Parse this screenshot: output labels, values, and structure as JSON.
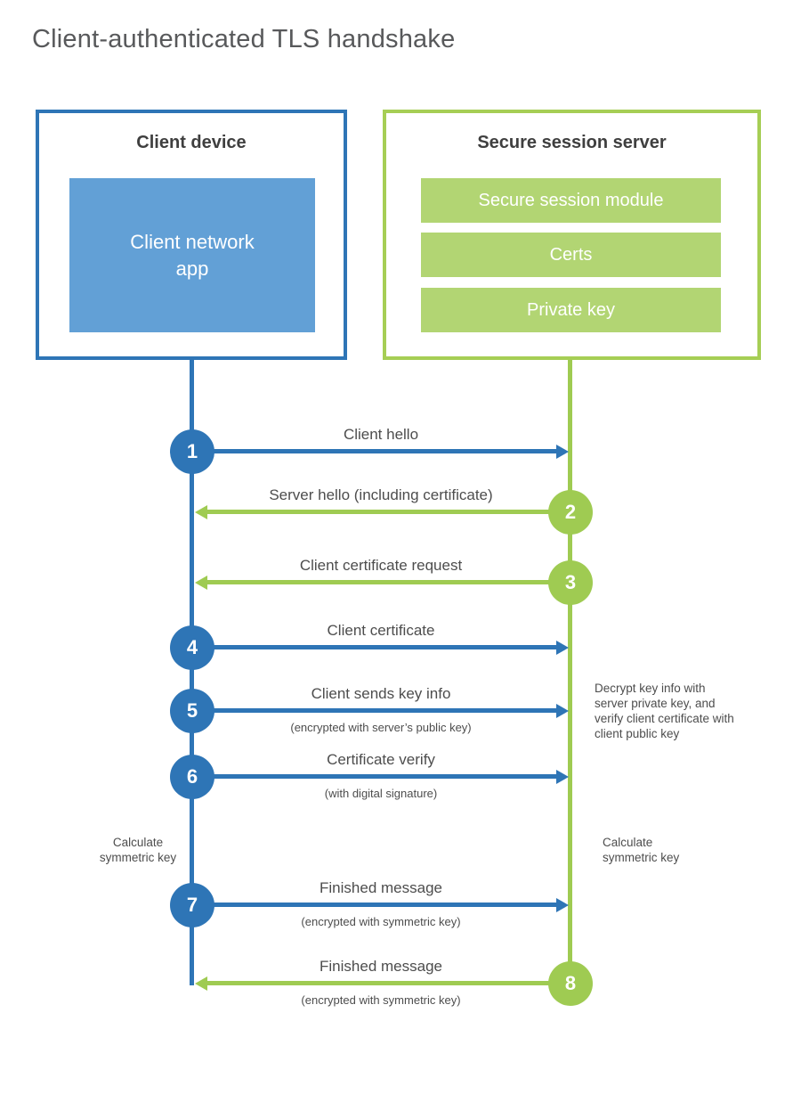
{
  "page": {
    "title": "Client-authenticated TLS handshake"
  },
  "client_box": {
    "title": "Client device",
    "app_label_lines": [
      "Client network",
      "app"
    ]
  },
  "server_box": {
    "title": "Secure session server",
    "modules": [
      "Secure session module",
      "Certs",
      "Private key"
    ]
  },
  "steps": [
    {
      "num": "1",
      "label": "Client hello",
      "direction": "right"
    },
    {
      "num": "2",
      "label": "Server hello (including certificate)",
      "direction": "left"
    },
    {
      "num": "3",
      "label": "Client certificate request",
      "direction": "left"
    },
    {
      "num": "4",
      "label": "Client certificate",
      "direction": "right"
    },
    {
      "num": "5",
      "label": "Client sends key info",
      "sublabel": "(encrypted with server’s public key)",
      "direction": "right"
    },
    {
      "num": "6",
      "label": "Certificate verify",
      "sublabel": "(with digital signature)",
      "direction": "right"
    },
    {
      "num": "7",
      "label": "Finished message",
      "sublabel": "(encrypted with symmetric key)",
      "direction": "right"
    },
    {
      "num": "8",
      "label": "Finished message",
      "sublabel": "(encrypted with symmetric key)",
      "direction": "left"
    }
  ],
  "notes": {
    "server_decrypt": "Decrypt key info with server private key, and verify client certificate with client public key",
    "client_calculate": "Calculate symmetric key",
    "server_calculate": "Calculate symmetric key"
  },
  "colors": {
    "blue": "#2e75b6",
    "blue_light": "#62a0d6",
    "green": "#9fcb52",
    "green_border": "#a6ce55",
    "green_light": "#b2d573"
  }
}
